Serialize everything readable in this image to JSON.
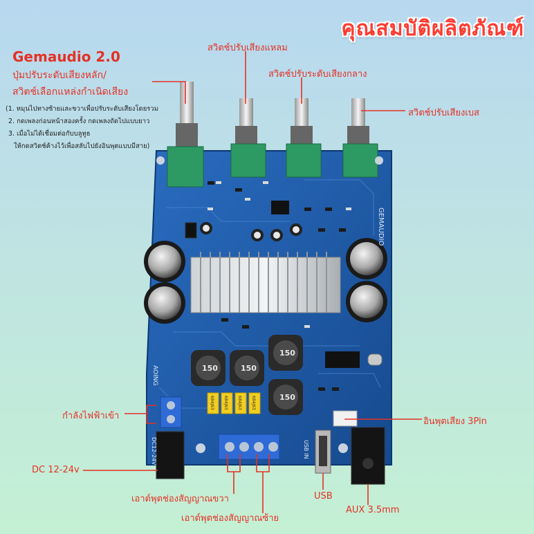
{
  "title": "คุณสมบัติผลิตภัณฑ์",
  "brand": "Gemaudio 2.0",
  "main_knob": {
    "line1": "ปุ่มปรับระดับเสียงหลัก/",
    "line2": "สวิตช์เลือกแหล่งกำเนิดเสียง",
    "notes": [
      "(1. หมุนไปทางซ้ายและขวาเพื่อปรับระดับเสียงโดยรวม",
      "2. กดเพลงก่อนหน้าสองครั้ง กดเพลงถัดไปแบบยาว",
      "3. เมื่อไม่ได้เชื่อมต่อกับบลูทูธ",
      "ให้กดสวิตช์ค้างไว้เพื่อสลับไปยังอินพุตแบบมีสาย)"
    ]
  },
  "labels": {
    "treble": "สวิตช์ปรับเสียงแหลม",
    "mid": "สวิตช์ปรับระดับเสียงกลาง",
    "bass": "สวิตช์ปรับเสียงเบส",
    "power_in": "กำลังไฟฟ้าเข้า",
    "audio_in": "อินพุตเสียง 3Pin",
    "dc": "DC 12-24v",
    "right_out": "เอาต์พุตช่องสัญญาณขวา",
    "left_out": "เอาต์พุตช่องสัญญาณซ้าย",
    "usb": "USB",
    "aux": "AUX 3.5mm"
  },
  "board_text": {
    "brand_silk": "GEMAUDIO",
    "aoing": "AOING",
    "usb_in": "USB IN",
    "dc_silk": "DC12-24V",
    "inductor": "150",
    "cap": "684J63"
  },
  "colors": {
    "accent": "#e53125",
    "board": "#1f5ca8",
    "pot": "#2e9a63"
  }
}
